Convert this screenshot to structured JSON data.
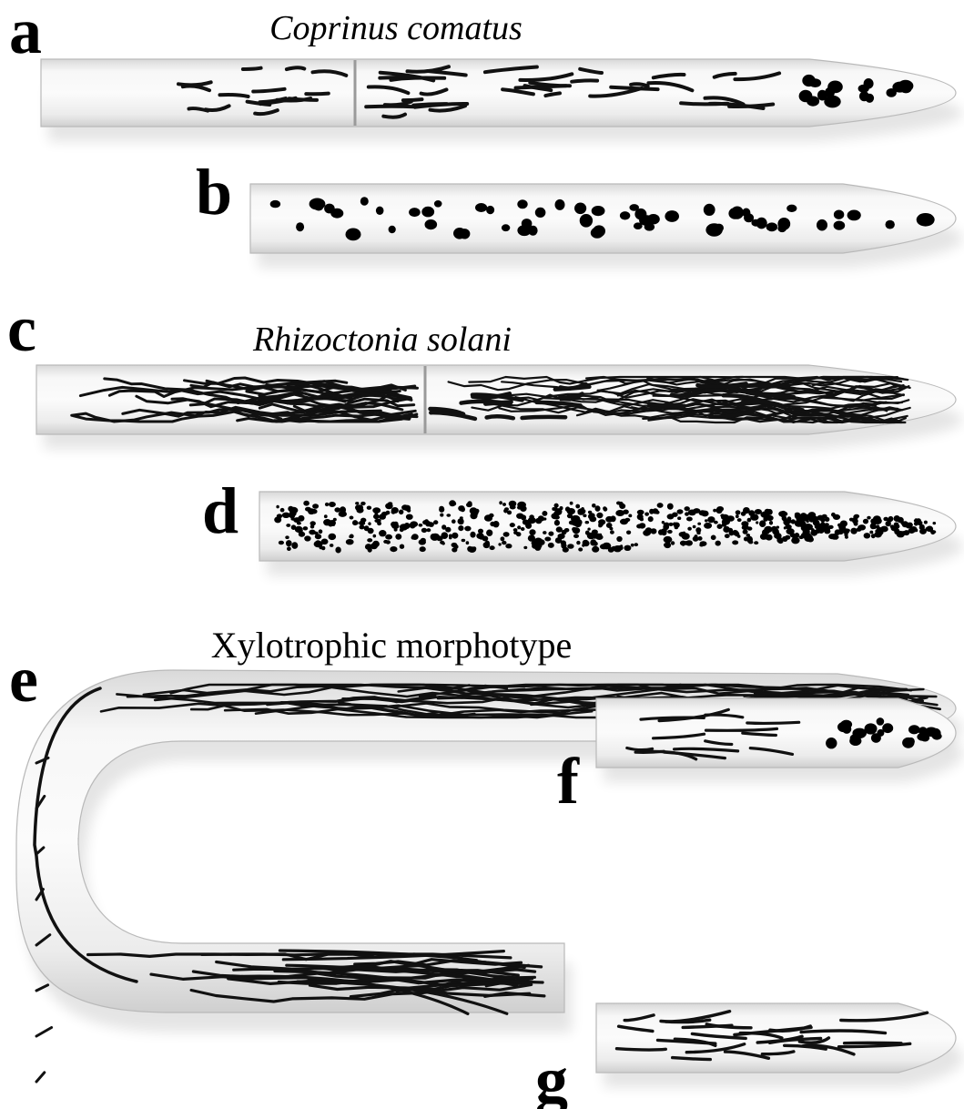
{
  "figure": {
    "panels": [
      {
        "id": "a",
        "label": "a",
        "species": "Coprinus comatus",
        "content": "hyphae-and-granules",
        "septum": true
      },
      {
        "id": "b",
        "label": "b",
        "content": "granules"
      },
      {
        "id": "c",
        "label": "c",
        "species": "Rhizoctonia solani",
        "content": "dense-hyphae",
        "septum": true
      },
      {
        "id": "d",
        "label": "d",
        "content": "dense-granules"
      },
      {
        "id": "e",
        "label": "e",
        "group": "Xylotrophic morphotype",
        "content": "u-tube-hyphae"
      },
      {
        "id": "f",
        "label": "f",
        "content": "hyphae-and-granules"
      },
      {
        "id": "g",
        "label": "g",
        "content": "hyphae"
      }
    ],
    "titles": {
      "coprinus": "Coprinus comatus",
      "rhizoctonia": "Rhizoctonia solani",
      "xylotrophic": "Xylotrophic morphotype"
    },
    "colors": {
      "tube_fill": "#efefef",
      "tube_edge": "#b9b9b9",
      "hyphae": "#111111",
      "background": "#ffffff"
    }
  }
}
